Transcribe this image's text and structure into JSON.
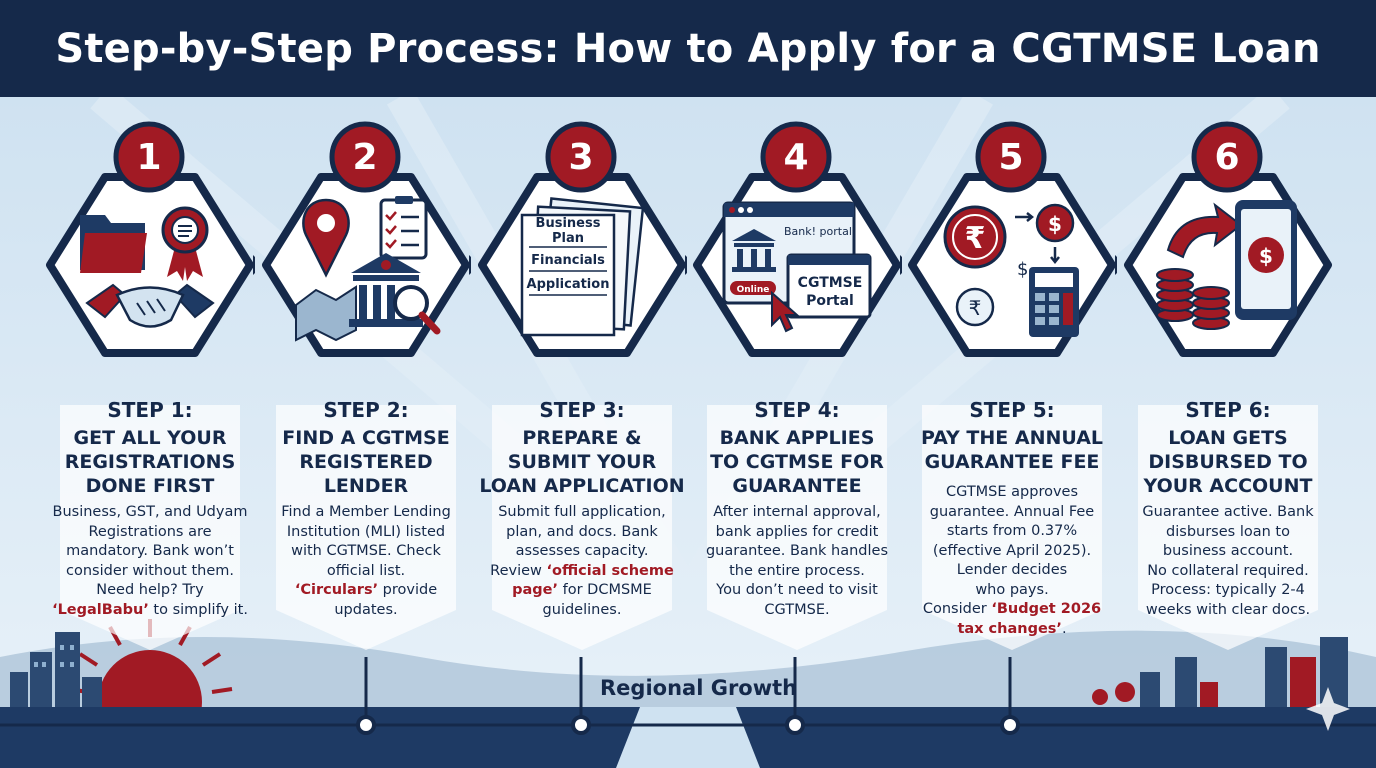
{
  "title": "Step-by-Step Process: How to Apply for a CGTMSE Loan",
  "footer_label": "Regional Growth",
  "colors": {
    "navy": "#15294a",
    "red": "#a11a24",
    "light": "#dcebf6"
  },
  "steps": [
    {
      "number": "1",
      "label": "STEP 1:",
      "title": "GET ALL YOUR\nREGISTRATIONS\nDONE FIRST",
      "body": "Business, GST, and Udyam\nRegistrations are\nmandatory. Bank won’t\nconsider without them.\nNeed help? Try",
      "highlight": "‘LegalBabu’",
      "body_after": " to simplify it.",
      "icons": [
        "folder-icon",
        "award-ribbon-icon",
        "handshake-icon"
      ]
    },
    {
      "number": "2",
      "label": "STEP 2:",
      "title": "FIND A CGTMSE\nREGISTERED\nLENDER",
      "body": "Find a Member Lending\nInstitution (MLI) listed\nwith CGTMSE. Check\nofficial list.",
      "highlight": "‘Circulars’",
      "body_after": " provide\nupdates.",
      "icons": [
        "map-pin-icon",
        "checklist-icon",
        "bank-building-icon",
        "magnifier-icon"
      ]
    },
    {
      "number": "3",
      "label": "STEP 3:",
      "title": "PREPARE &\nSUBMIT YOUR\nLOAN APPLICATION",
      "body": "Submit full application,\nplan, and docs. Bank\nassesses capacity.\nReview",
      "highlight": "‘official scheme\npage’",
      "body_after": " for DCMSME\nguidelines.",
      "doc_lines": [
        "Business",
        "Plan",
        "Financials",
        "Application"
      ],
      "icons": [
        "document-stack-icon"
      ]
    },
    {
      "number": "4",
      "label": "STEP 4:",
      "title": "BANK APPLIES\nTO CGTMSE FOR\nGUARANTEE",
      "body": "After internal approval,\nbank applies for credit\nguarantee. Bank handles\nthe entire process.\nYou don’t need to visit\nCGTMSE.",
      "highlight": "",
      "body_after": "",
      "portal_label": "Bank! portal",
      "online_label": "Online",
      "cgtmse_portal_label": [
        "CGTMSE",
        "Portal"
      ],
      "icons": [
        "browser-window-icon",
        "bank-building-icon",
        "cursor-icon"
      ]
    },
    {
      "number": "5",
      "label": "STEP 5:",
      "title": "PAY THE ANNUAL\nGUARANTEE FEE",
      "body": "CGTMSE approves\nguarantee. Annual Fee\nstarts from 0.37%\n(effective April 2025).\nLender decides\nwho pays.\nConsider",
      "highlight": "‘Budget 2026\ntax changes’",
      "body_after": ".",
      "icons": [
        "rupee-coin-icon",
        "dollar-coin-icon",
        "calculator-icon"
      ]
    },
    {
      "number": "6",
      "label": "STEP 6:",
      "title": "LOAN GETS\nDISBURSED TO\nYOUR ACCOUNT",
      "body": "Guarantee active. Bank\ndisburses loan to\nbusiness account.\nNo collateral required.\nProcess: typically 2-4\nweeks with clear docs.",
      "highlight": "",
      "body_after": "",
      "icons": [
        "coin-stack-icon",
        "smartphone-icon",
        "arrow-icon"
      ]
    }
  ]
}
